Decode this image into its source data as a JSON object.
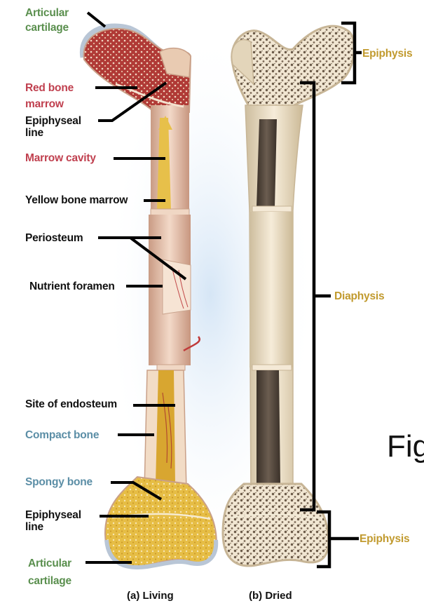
{
  "labels": {
    "articular_top_1": "Articular",
    "articular_top_2": "cartilage",
    "red_marrow_1": "Red bone",
    "red_marrow_2": "marrow",
    "epi_line_top_1": "Epiphyseal",
    "epi_line_top_2": "line",
    "marrow_cavity": "Marrow cavity",
    "yellow_marrow": "Yellow bone marrow",
    "periosteum": "Periosteum",
    "nutrient_foramen": "Nutrient foramen",
    "endosteum": "Site of endosteum",
    "compact_bone": "Compact bone",
    "spongy_bone": "Spongy bone",
    "epi_line_bottom_1": "Epiphyseal",
    "epi_line_bottom_2": "line",
    "articular_bottom_1": "Articular",
    "articular_bottom_2": "cartilage",
    "epiphysis_top": "Epiphysis",
    "diaphysis": "Diaphysis",
    "epiphysis_bottom": "Epiphysis"
  },
  "captions": {
    "living": "(a) Living",
    "dried": "(b) Dried"
  },
  "figure_fragment": "Fig",
  "colors": {
    "green_label": "#5a8f4e",
    "red_label": "#c0404f",
    "blue_label": "#5b8ea6",
    "gold_label": "#c19a2e",
    "bone": "#efdcc0",
    "red_marrow": "#a83a38",
    "yellow_marrow": "#e3b73a"
  }
}
